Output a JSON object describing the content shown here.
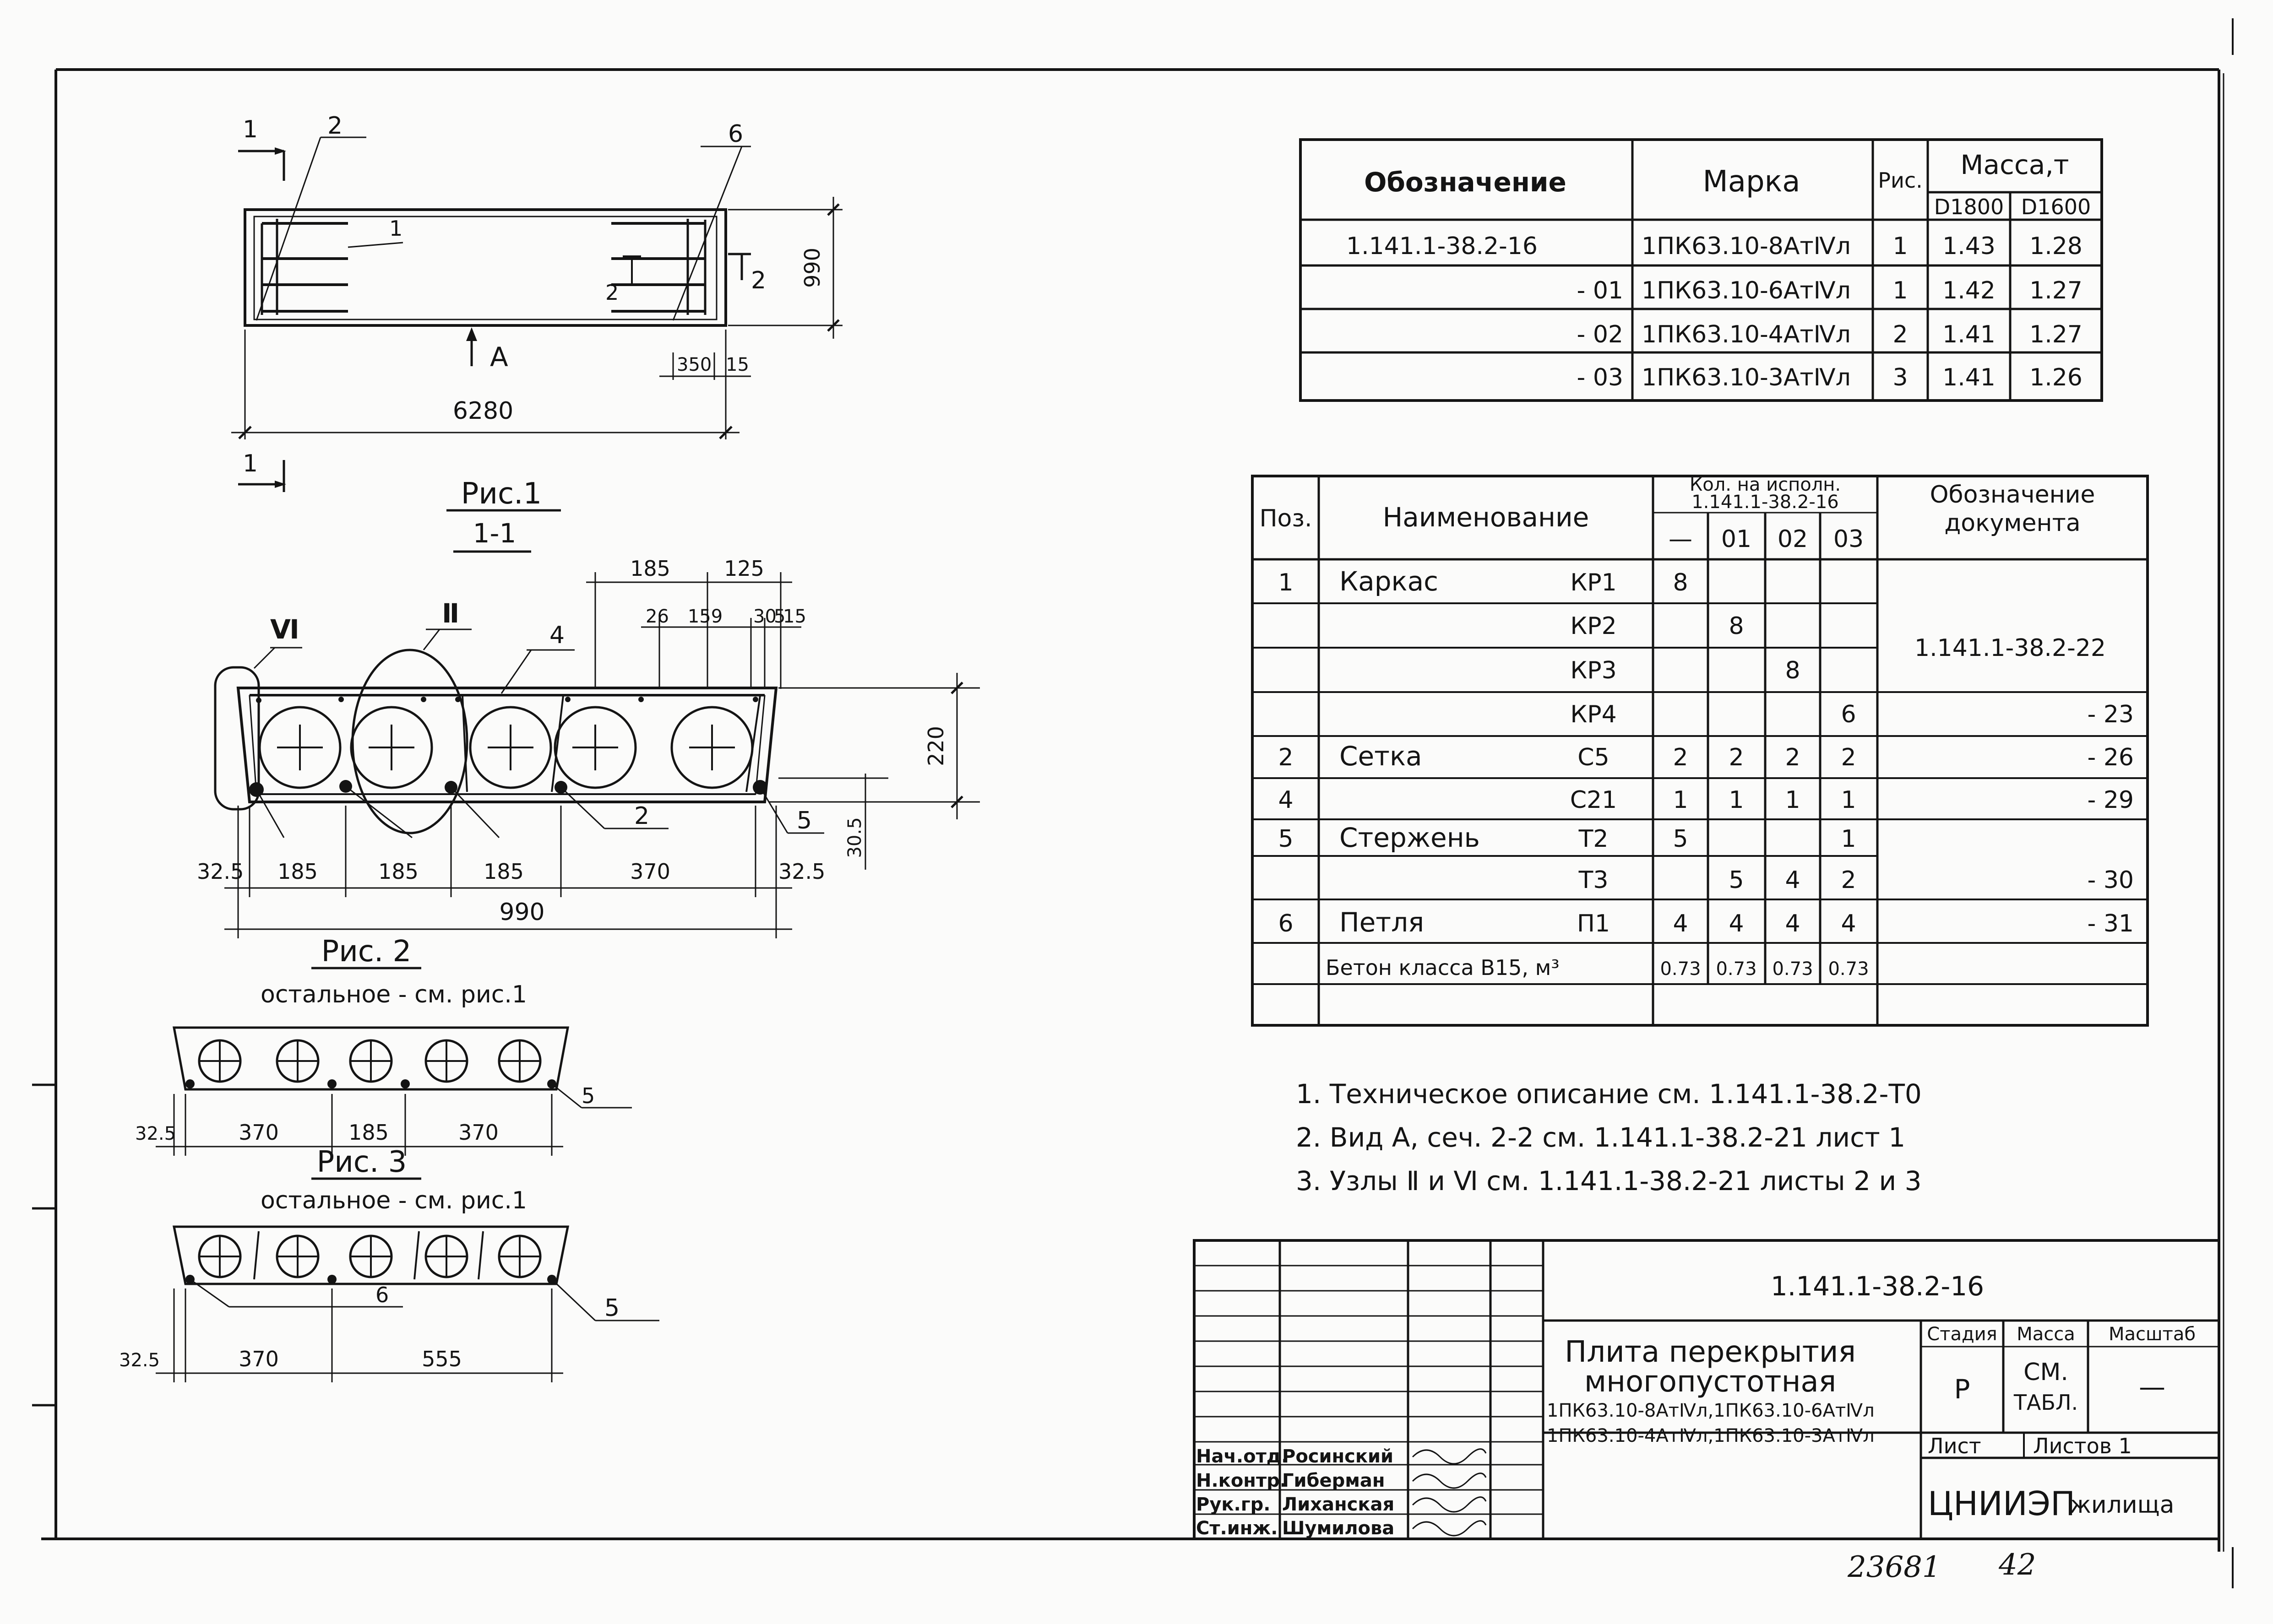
{
  "spec": {
    "head_designation": "Обозначение",
    "head_mark": "Марка",
    "head_fig": "Рис.",
    "head_mass": "Масса,т",
    "head_d1800": "D1800",
    "head_d1600": "D1600",
    "rows": [
      {
        "designation": "1.141.1-38.2-16",
        "mark": "1ПК63.10-8АтⅣл",
        "fig": "1",
        "m1": "1.43",
        "m2": "1.28"
      },
      {
        "designation": "- 01",
        "mark": "1ПК63.10-6АтⅣл",
        "fig": "1",
        "m1": "1.42",
        "m2": "1.27"
      },
      {
        "designation": "- 02",
        "mark": "1ПК63.10-4АтⅣл",
        "fig": "2",
        "m1": "1.41",
        "m2": "1.27"
      },
      {
        "designation": "- 03",
        "mark": "1ПК63.10-3АтⅣл",
        "fig": "3",
        "m1": "1.41",
        "m2": "1.26"
      }
    ]
  },
  "parts": {
    "head_pos": "Поз.",
    "head_name": "Наименование",
    "head_qty_1": "Кол. на исполн.",
    "head_qty_2": "1.141.1-38.2-16",
    "variants": [
      "—",
      "01",
      "02",
      "03"
    ],
    "head_doc": "Обозначение документа",
    "rows": [
      {
        "pos": "1",
        "name": "Каркас",
        "item": "КР1",
        "q": [
          "8",
          "",
          "",
          ""
        ],
        "doc": ""
      },
      {
        "pos": "",
        "name": "",
        "item": "КР2",
        "q": [
          "",
          "8",
          "",
          ""
        ],
        "doc": "1.141.1-38.2-22"
      },
      {
        "pos": "",
        "name": "",
        "item": "КР3",
        "q": [
          "",
          "",
          "8",
          ""
        ],
        "doc": ""
      },
      {
        "pos": "",
        "name": "",
        "item": "КР4",
        "q": [
          "",
          "",
          "",
          "6"
        ],
        "doc": "- 23"
      },
      {
        "pos": "2",
        "name": "Сетка",
        "item": "С5",
        "q": [
          "2",
          "2",
          "2",
          "2"
        ],
        "doc": "- 26"
      },
      {
        "pos": "4",
        "name": "",
        "item": "С21",
        "q": [
          "1",
          "1",
          "1",
          "1"
        ],
        "doc": "- 29"
      },
      {
        "pos": "5",
        "name": "Стержень",
        "item": "Т2",
        "q": [
          "5",
          "",
          "",
          "1"
        ],
        "doc": ""
      },
      {
        "pos": "",
        "name": "",
        "item": "Т3",
        "q": [
          "",
          "5",
          "4",
          "2"
        ],
        "doc": "- 30"
      },
      {
        "pos": "6",
        "name": "Петля",
        "item": "П1",
        "q": [
          "4",
          "4",
          "4",
          "4"
        ],
        "doc": "- 31"
      },
      {
        "pos": "",
        "name": "Бетон класса В15, м³",
        "item": "",
        "q": [
          "0.73",
          "0.73",
          "0.73",
          "0.73"
        ],
        "doc": ""
      }
    ]
  },
  "notes": [
    "1. Техническое описание см. 1.141.1-38.2-Т0",
    "2. Вид А, сеч. 2-2 см. 1.141.1-38.2-21 лист 1",
    "3. Узлы Ⅱ и Ⅵ см. 1.141.1-38.2-21 листы 2 и 3"
  ],
  "title_block": {
    "code": "1.141.1-38.2-16",
    "title_1": "Плита перекрытия",
    "title_2": "многопустотная",
    "marks_1": "1ПК63.10-8АтⅣл,1ПК63.10-6АтⅣл",
    "marks_2": "1ПК63.10-4АтⅣл,1ПК63.10-3АтⅣл",
    "stage_label": "Стадия",
    "mass_label": "Масса",
    "scale_label": "Масштаб",
    "stage": "Р",
    "mass_1": "СМ.",
    "mass_2": "ТАБЛ.",
    "scale": "—",
    "sheet_label": "Лист",
    "sheets_label": "Листов 1",
    "org_1": "ЦНИИЭП",
    "org_2": "жилища",
    "signers": [
      {
        "role": "Нач.отд.",
        "name": "Росинский"
      },
      {
        "role": "Н.контр.",
        "name": "Гиберман"
      },
      {
        "role": "Рук.гр.",
        "name": "Лиханская"
      },
      {
        "role": "Ст.инж.",
        "name": "Шумилова"
      }
    ],
    "stamp": "23681",
    "stamp_2": "42"
  },
  "fig1": {
    "caption": "Рис.1",
    "section": "1-1",
    "length": "6280",
    "width": "990",
    "dim_350": "350",
    "dim_15": "15",
    "view_a": "А",
    "cut_1": "1",
    "cut_2": "2",
    "pos_2": "2",
    "pos_6": "6",
    "pos_1": "1"
  },
  "section": {
    "node_vi": "Ⅵ",
    "node_ii": "Ⅱ",
    "pos_4": "4",
    "pos_2": "2",
    "pos_5": "5",
    "top": [
      "185",
      "125"
    ],
    "top2": [
      "26",
      "159",
      "30",
      "5",
      "15"
    ],
    "height": "220",
    "h2": "30.5",
    "bottom": [
      "32.5",
      "185",
      "185",
      "185",
      "370",
      "32.5"
    ],
    "total": "990"
  },
  "fig2": {
    "caption": "Рис. 2",
    "note": "остальное - см. рис.1",
    "dims": [
      "32.5",
      "370",
      "185",
      "370"
    ],
    "pos_5": "5"
  },
  "fig3": {
    "caption": "Рис. 3",
    "note": "остальное - см. рис.1",
    "dims": [
      "32.5",
      "370",
      "555"
    ],
    "pos_6": "6",
    "pos_5": "5"
  }
}
